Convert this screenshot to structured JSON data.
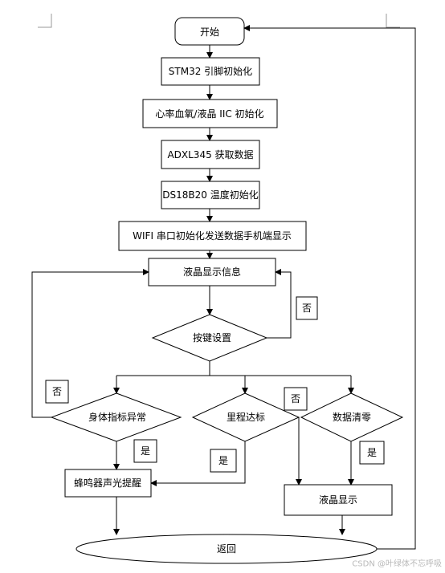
{
  "flowchart": {
    "start": "开始",
    "stm32_init": "STM32 引脚初始化",
    "heart_init": "心率血氧/液晶 IIC 初始化",
    "adxl": "ADXL345 获取数据",
    "ds18b20": "DS18B20 温度初始化",
    "wifi": "WIFI 串口初始化发送数据手机端显示",
    "lcd_info": "液晶显示信息",
    "key": "按键设置",
    "body_abnormal": "身体指标异常",
    "mileage": "里程达标",
    "clear": "数据清零",
    "buzzer": "蜂鸣器声光提醒",
    "lcd_show": "液晶显示",
    "return": "返回",
    "no_key": "否",
    "no_body": "否",
    "no_mileage": "否",
    "yes_body": "是",
    "yes_mileage": "是",
    "yes_clear": "是"
  },
  "watermark": "CSDN @叶绿体不忘呼吸"
}
